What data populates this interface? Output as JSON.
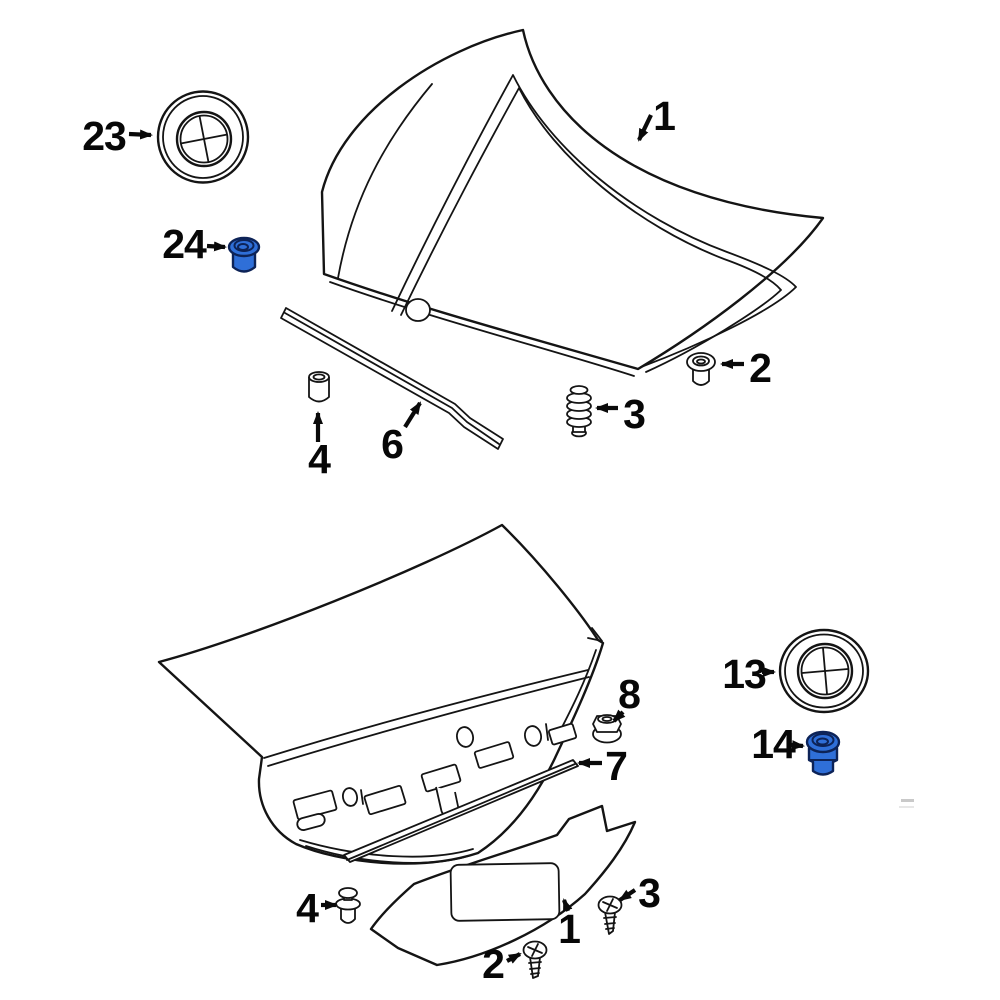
{
  "colors": {
    "background": "#ffffff",
    "line": "#141414",
    "highlight": "#2f6fd8"
  },
  "hood_section": {
    "callouts": [
      {
        "label": "1",
        "target": "hood-panel"
      },
      {
        "label": "2",
        "target": "grommet"
      },
      {
        "label": "3",
        "target": "ribbed-bumper"
      },
      {
        "label": "4",
        "target": "spacer-sleeve"
      },
      {
        "label": "6",
        "target": "front-seal-strip"
      },
      {
        "label": "23",
        "target": "roundel-emblem"
      },
      {
        "label": "24",
        "target": "blue-grommet"
      }
    ]
  },
  "trunk_section": {
    "callouts": [
      {
        "label": "1",
        "target": "finish-panel"
      },
      {
        "label": "2",
        "target": "screw"
      },
      {
        "label": "3",
        "target": "screw"
      },
      {
        "label": "4",
        "target": "clip-rivet"
      },
      {
        "label": "7",
        "target": "trim-strip"
      },
      {
        "label": "8",
        "target": "flange-nut"
      },
      {
        "label": "13",
        "target": "roundel-emblem"
      },
      {
        "label": "14",
        "target": "blue-grommet"
      }
    ]
  }
}
